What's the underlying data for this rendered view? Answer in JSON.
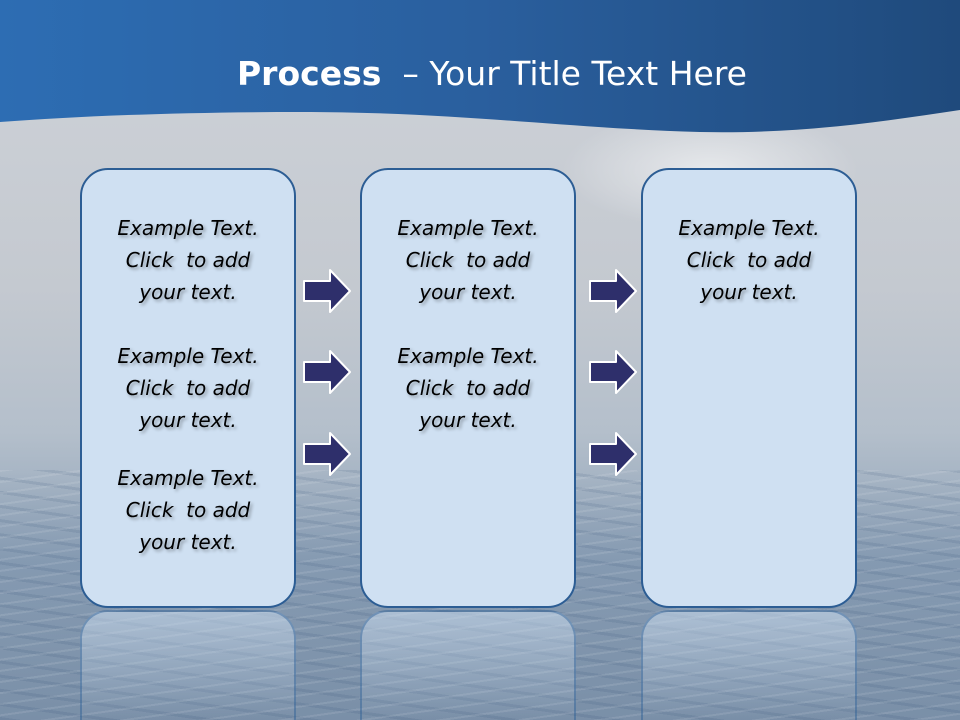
{
  "slide": {
    "title_bold": "Process",
    "title_rest": "  – Your Title Text Here"
  },
  "colors": {
    "header": "#2b63a3",
    "box_fill": "#cfe0f2",
    "box_border": "#2c5d94",
    "arrow_fill": "#2e2f6b"
  },
  "boxes": [
    {
      "items": [
        {
          "lines": [
            "Example Text.",
            "Click  to add",
            "your text."
          ]
        },
        {
          "lines": [
            "Example Text.",
            "Click  to add",
            "your text."
          ]
        },
        {
          "lines": [
            "Example Text.",
            "Click  to add",
            "your text."
          ]
        }
      ]
    },
    {
      "items": [
        {
          "lines": [
            "Example Text.",
            "Click  to add",
            "your text."
          ]
        },
        {
          "lines": [
            "Example Text.",
            "Click  to add",
            "your text."
          ]
        }
      ]
    },
    {
      "items": [
        {
          "lines": [
            "Example Text.",
            "Click  to add",
            "your text."
          ]
        }
      ]
    }
  ],
  "arrows": {
    "icon": "right-arrow-icon",
    "count_between_box1_box2": 3,
    "count_between_box2_box3": 3
  }
}
